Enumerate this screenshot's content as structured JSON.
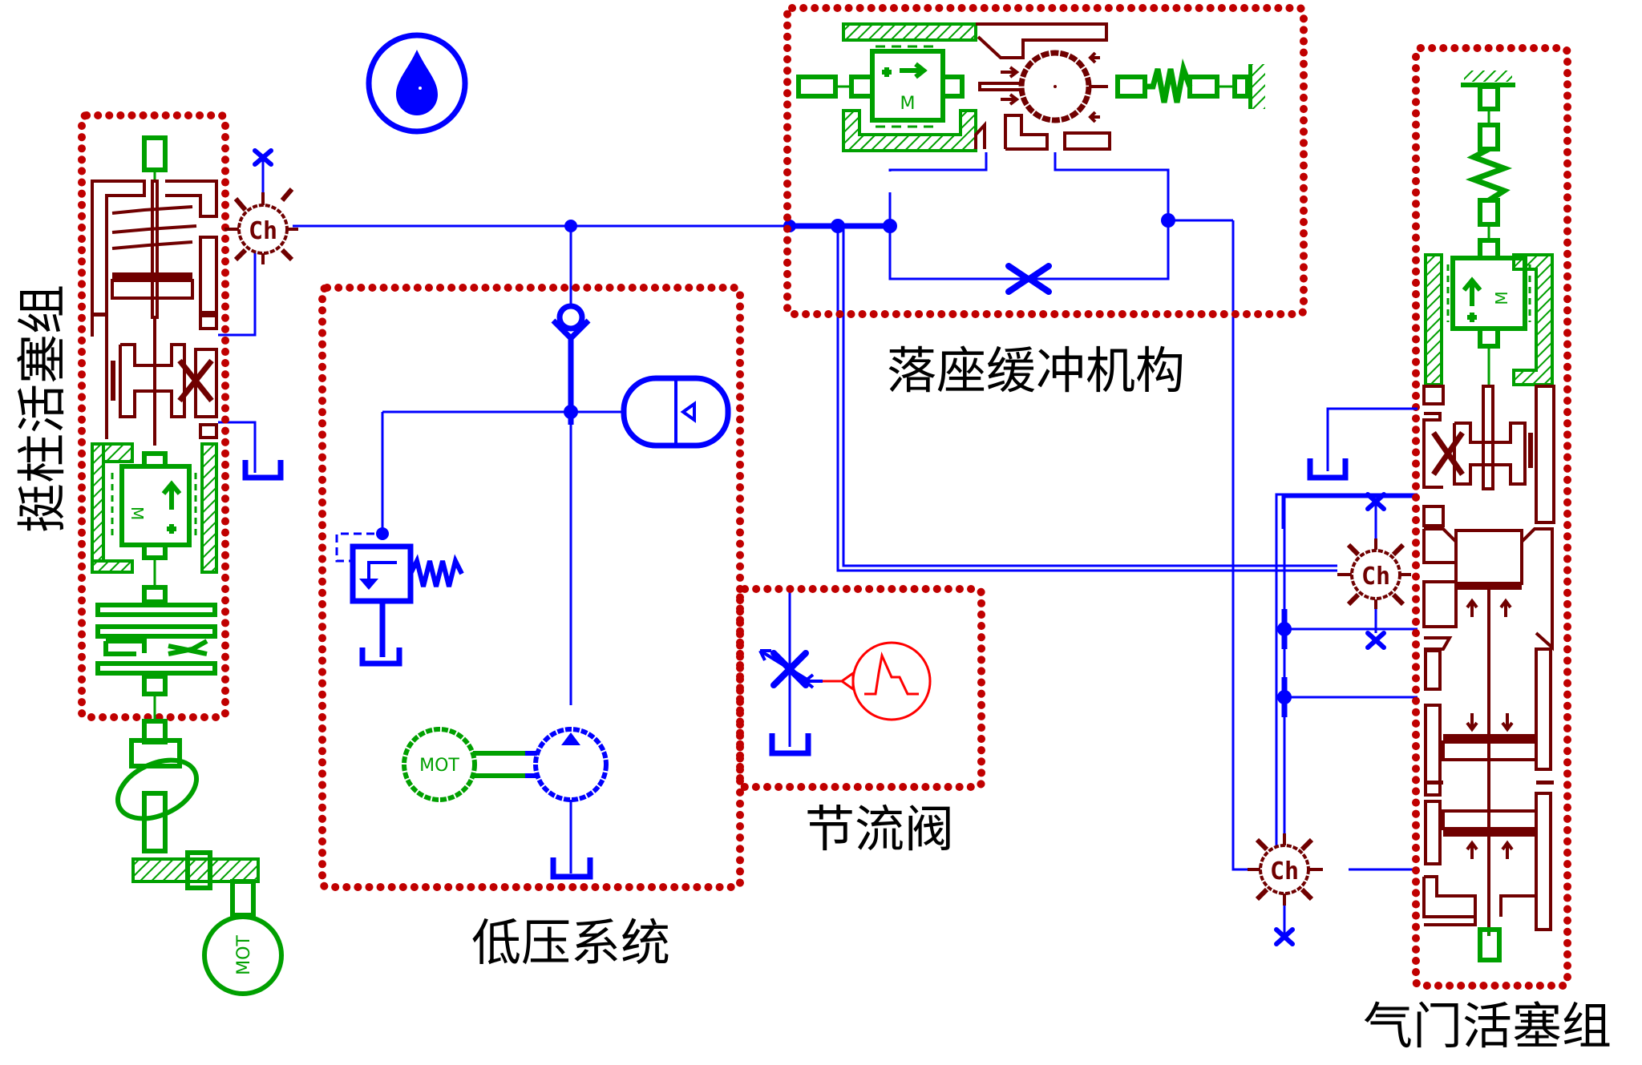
{
  "diagram": {
    "type": "hydraulic-mechanical schematic",
    "groups": [
      {
        "id": "tappet",
        "label": "挺柱活塞组"
      },
      {
        "id": "low_pressure",
        "label": "低压系统"
      },
      {
        "id": "seating_buffer",
        "label": "落座缓冲机构"
      },
      {
        "id": "throttle",
        "label": "节流阀"
      },
      {
        "id": "valve_piston",
        "label": "气门活塞组"
      }
    ],
    "symbols": {
      "chamber": "Ch",
      "motor": "MOT",
      "mass": "M"
    },
    "colors": {
      "group_border": "#c00000",
      "hydraulic": "#0000ff",
      "mechanical_piston": "#700000",
      "mechanical": "#00a000",
      "signal": "#ff0000",
      "text": "#000000"
    }
  }
}
